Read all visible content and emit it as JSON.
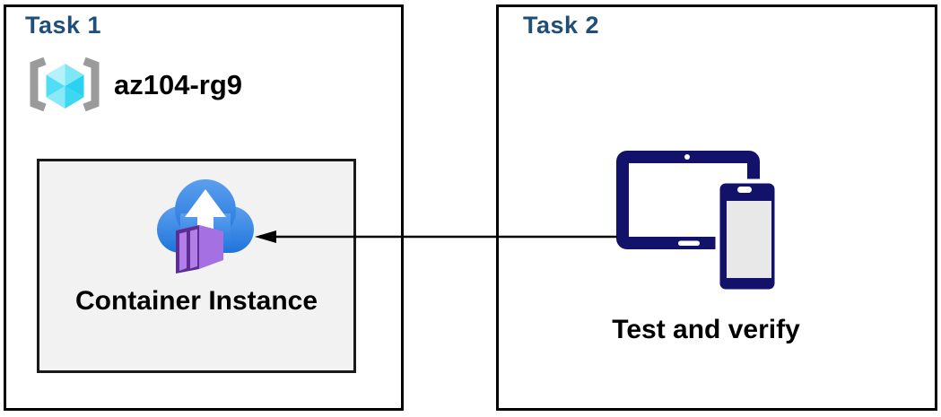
{
  "task1": {
    "title": "Task 1",
    "resource_group": {
      "name": "az104-rg9"
    },
    "container_box": {
      "label": "Container Instance"
    }
  },
  "task2": {
    "title": "Task 2",
    "caption": "Test and verify"
  },
  "icons": {
    "resource_group": "resource-group-icon",
    "container_instance": "container-instance-icon",
    "devices": "devices-icon",
    "arrow": "arrow-left-icon"
  },
  "colors": {
    "header_text": "#1F4E79",
    "outer_border": "#000000",
    "inner_box_bg": "#F2F2F2",
    "inner_box_border": "#1A1A1A",
    "device_navy": "#12126B",
    "device_screen_gray": "#E8E8E8",
    "cloud_blue_top": "#5B9FEE",
    "cloud_blue_bottom": "#1E74DB",
    "container_front_purple": "#5D2C94",
    "container_panel_purple": "#B27FE9",
    "container_top_purple": "#BD8FF0",
    "container_side_purple": "#A470E2",
    "cube_cyan_light": "#B5F1FB",
    "cube_cyan_dark": "#29D2F0",
    "bracket_gray": "#9B9B9B",
    "label_text": "#000000",
    "arrow_black": "#000000"
  }
}
